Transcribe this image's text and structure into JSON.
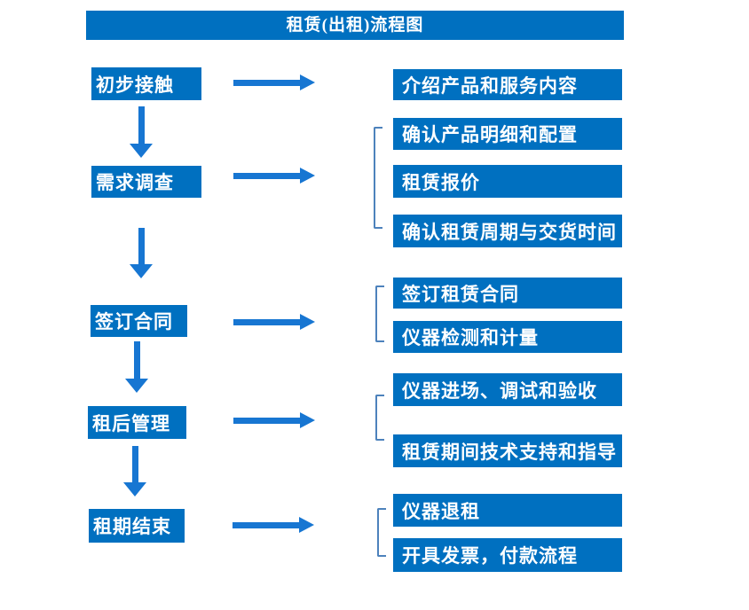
{
  "title": "租赁(出租)流程图",
  "colors": {
    "box_blue": "#0070c0",
    "arrow_blue": "#1776d2",
    "bracket_blue": "#4d82bc",
    "text_white": "#ffffff"
  },
  "stages": [
    {
      "label": "初步接触",
      "outputs": [
        "介绍产品和服务内容"
      ]
    },
    {
      "label": "需求调查",
      "outputs": [
        "确认产品明细和配置",
        "租赁报价",
        "确认租赁周期与交货时间"
      ]
    },
    {
      "label": "签订合同",
      "outputs": [
        "签订租赁合同",
        "仪器检测和计量"
      ]
    },
    {
      "label": "租后管理",
      "outputs": [
        "仪器进场、调试和验收",
        "租赁期间技术支持和指导"
      ]
    },
    {
      "label": "租期结束",
      "outputs": [
        "仪器退租",
        "开具发票，付款流程"
      ]
    }
  ]
}
